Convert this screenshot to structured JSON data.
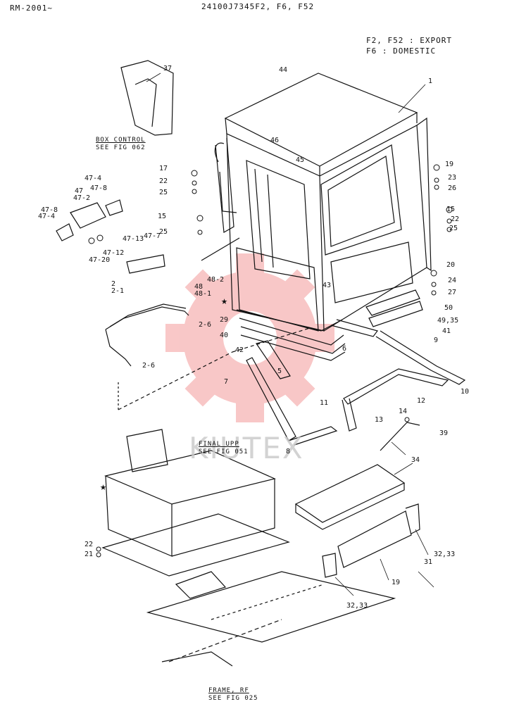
{
  "header": {
    "model": "RM-2001~",
    "part_codes": "24100J7345F2, F6, F52"
  },
  "variants": {
    "export_codes": "F2, F52 : EXPORT",
    "domestic_codes": "F6        : DOMESTIC"
  },
  "references": {
    "box_control": {
      "title": "BOX CONTROL",
      "see": "SEE FIG 062"
    },
    "final_upp": {
      "title": "FINAL UPP",
      "see": "SEE FIG 051"
    },
    "frame_rf": {
      "title": "FRAME, RF",
      "see": "SEE FIG 025"
    }
  },
  "callouts": [
    "1",
    "2",
    "2-1",
    "2-6",
    "2-6",
    "5",
    "6",
    "7",
    "8",
    "9",
    "10",
    "11",
    "12",
    "13",
    "14",
    "15",
    "15",
    "17",
    "19",
    "19",
    "20",
    "21",
    "22",
    "22",
    "22",
    "23",
    "24",
    "25",
    "25",
    "25",
    "26",
    "27",
    "29",
    "31",
    "32,33",
    "32,33",
    "34",
    "37",
    "39",
    "40",
    "41",
    "42",
    "43",
    "44",
    "45",
    "46",
    "47",
    "47-2",
    "47-4",
    "47-4",
    "47-7",
    "47-8",
    "47-8",
    "47-12",
    "47-13",
    "47-20",
    "48",
    "48-1",
    "48-2",
    "49,35",
    "50"
  ],
  "watermark": "KIUTEX",
  "colors": {
    "line": "#111111",
    "watermark": "#e83a3a",
    "badge": "#e21f26"
  }
}
